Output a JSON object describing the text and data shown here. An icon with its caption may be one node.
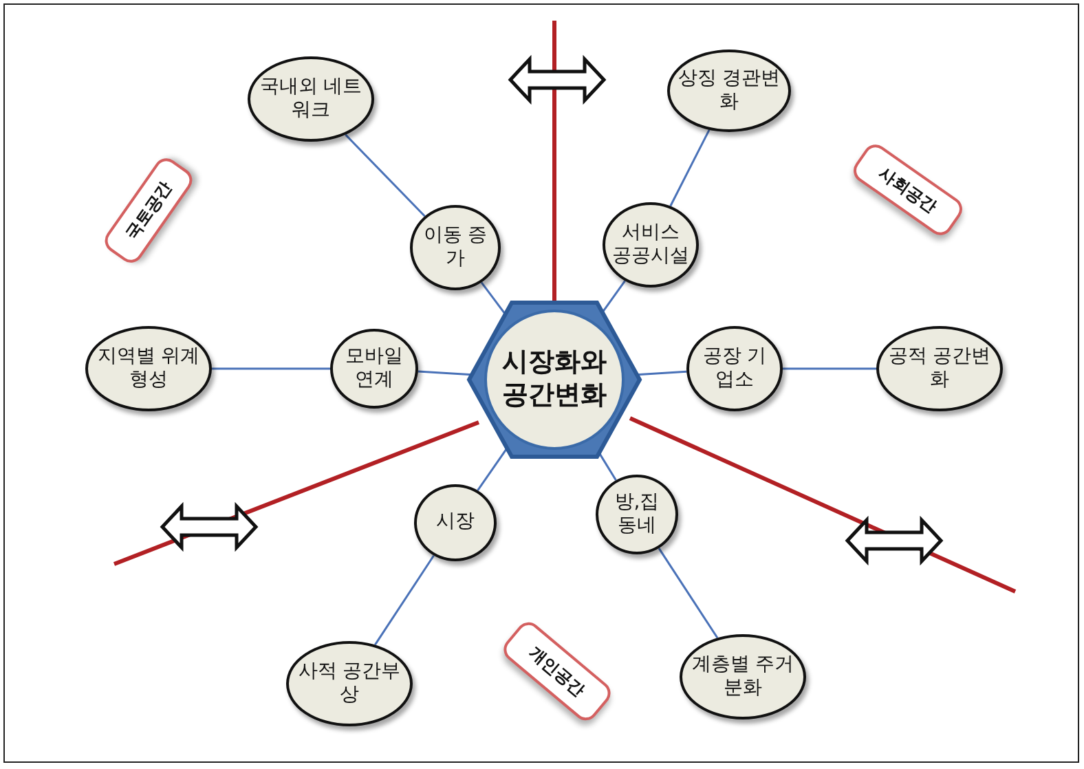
{
  "diagram": {
    "nodes": [
      {
        "text": [
          "시장화와 공간변화"
        ]
      },
      {
        "text": [
          "국내외 네트워크"
        ]
      },
      {
        "text": [
          "상징 경관변화"
        ]
      },
      {
        "text": [
          "이동 증가"
        ]
      },
      {
        "text": [
          "서비스 공공시설"
        ]
      },
      {
        "text": [
          "지역별 위계형성"
        ]
      },
      {
        "text": [
          "모바일 연계"
        ]
      },
      {
        "text": [
          "공장 기업소"
        ]
      },
      {
        "text": [
          "공적 공간변화"
        ]
      },
      {
        "text": [
          "시장"
        ]
      },
      {
        "text": [
          "방,집 동네"
        ]
      },
      {
        "text": [
          "사적 공간부상"
        ]
      },
      {
        "text": [
          "계층별 주거분화"
        ]
      },
      {
        "text": [
          "국토공간"
        ]
      },
      {
        "text": [
          "사회공간"
        ]
      },
      {
        "text": [
          "개인공간"
        ]
      }
    ],
    "edges": [
      {
        "from": 3,
        "to": 1,
        "arrow": "none"
      },
      {
        "from": 3,
        "to": 0,
        "arrow": "none"
      },
      {
        "from": 4,
        "to": 2,
        "arrow": "none"
      },
      {
        "from": 4,
        "to": 0,
        "arrow": "none"
      },
      {
        "from": 6,
        "to": 5,
        "arrow": "none"
      },
      {
        "from": 6,
        "to": 0,
        "arrow": "none"
      },
      {
        "from": 7,
        "to": 8,
        "arrow": "none"
      },
      {
        "from": 7,
        "to": 0,
        "arrow": "none"
      },
      {
        "from": 9,
        "to": 11,
        "arrow": "none"
      },
      {
        "from": 9,
        "to": 0,
        "arrow": "none"
      },
      {
        "from": 10,
        "to": 12,
        "arrow": "none"
      },
      {
        "from": 10,
        "to": 0,
        "arrow": "none"
      }
    ]
  }
}
